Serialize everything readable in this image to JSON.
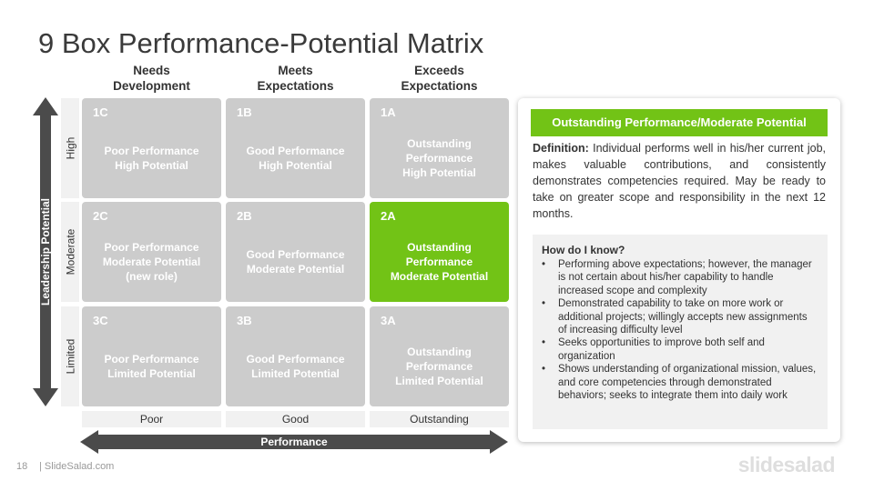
{
  "title": "9 Box Performance-Potential Matrix",
  "columns": {
    "headers": [
      "Needs\nDevelopment",
      "Meets\nExpectations",
      "Exceeds\nExpectations"
    ],
    "footers": [
      "Poor",
      "Good",
      "Outstanding"
    ]
  },
  "rows": [
    "High",
    "Moderate",
    "Limited"
  ],
  "axes": {
    "vertical": "Leadership Potential",
    "horizontal": "Performance"
  },
  "cells": [
    {
      "code": "1C",
      "text": "Poor Performance\nHigh Potential"
    },
    {
      "code": "1B",
      "text": "Good Performance\nHigh Potential"
    },
    {
      "code": "1A",
      "text": "Outstanding\nPerformance\nHigh Potential"
    },
    {
      "code": "2C",
      "text": "Poor Performance\nModerate Potential\n(new role)"
    },
    {
      "code": "2B",
      "text": "Good Performance\nModerate Potential"
    },
    {
      "code": "2A",
      "text": "Outstanding\nPerformance\nModerate Potential"
    },
    {
      "code": "3C",
      "text": "Poor Performance\nLimited Potential"
    },
    {
      "code": "3B",
      "text": "Good Performance\nLimited Potential"
    },
    {
      "code": "3A",
      "text": "Outstanding\nPerformance\nLimited Potential"
    }
  ],
  "highlight_color": "#72c316",
  "cell_color": "#cccccc",
  "panel": {
    "title": "Outstanding Performance/Moderate Potential",
    "definition_label": "Definition:",
    "definition_text": "Individual performs well in his/her current job, makes valuable contributions, and consistently demonstrates competencies required. May be ready to take on greater scope and responsibility in the next 12 months.",
    "how_title": "How do I know?",
    "bullets": [
      "Performing above expectations; however, the manager is not certain about his/her capability to handle increased scope and complexity",
      "Demonstrated capability to take on more work or additional projects; willingly accepts new assignments of increasing difficulty level",
      "Seeks opportunities to improve both self and organization",
      "Shows understanding of organizational mission, values, and core competencies through demonstrated behaviors; seeks to integrate them into daily work"
    ]
  },
  "footer": {
    "page_number": "18",
    "site": "| SlideSalad.com",
    "logo": "slidesalad"
  }
}
